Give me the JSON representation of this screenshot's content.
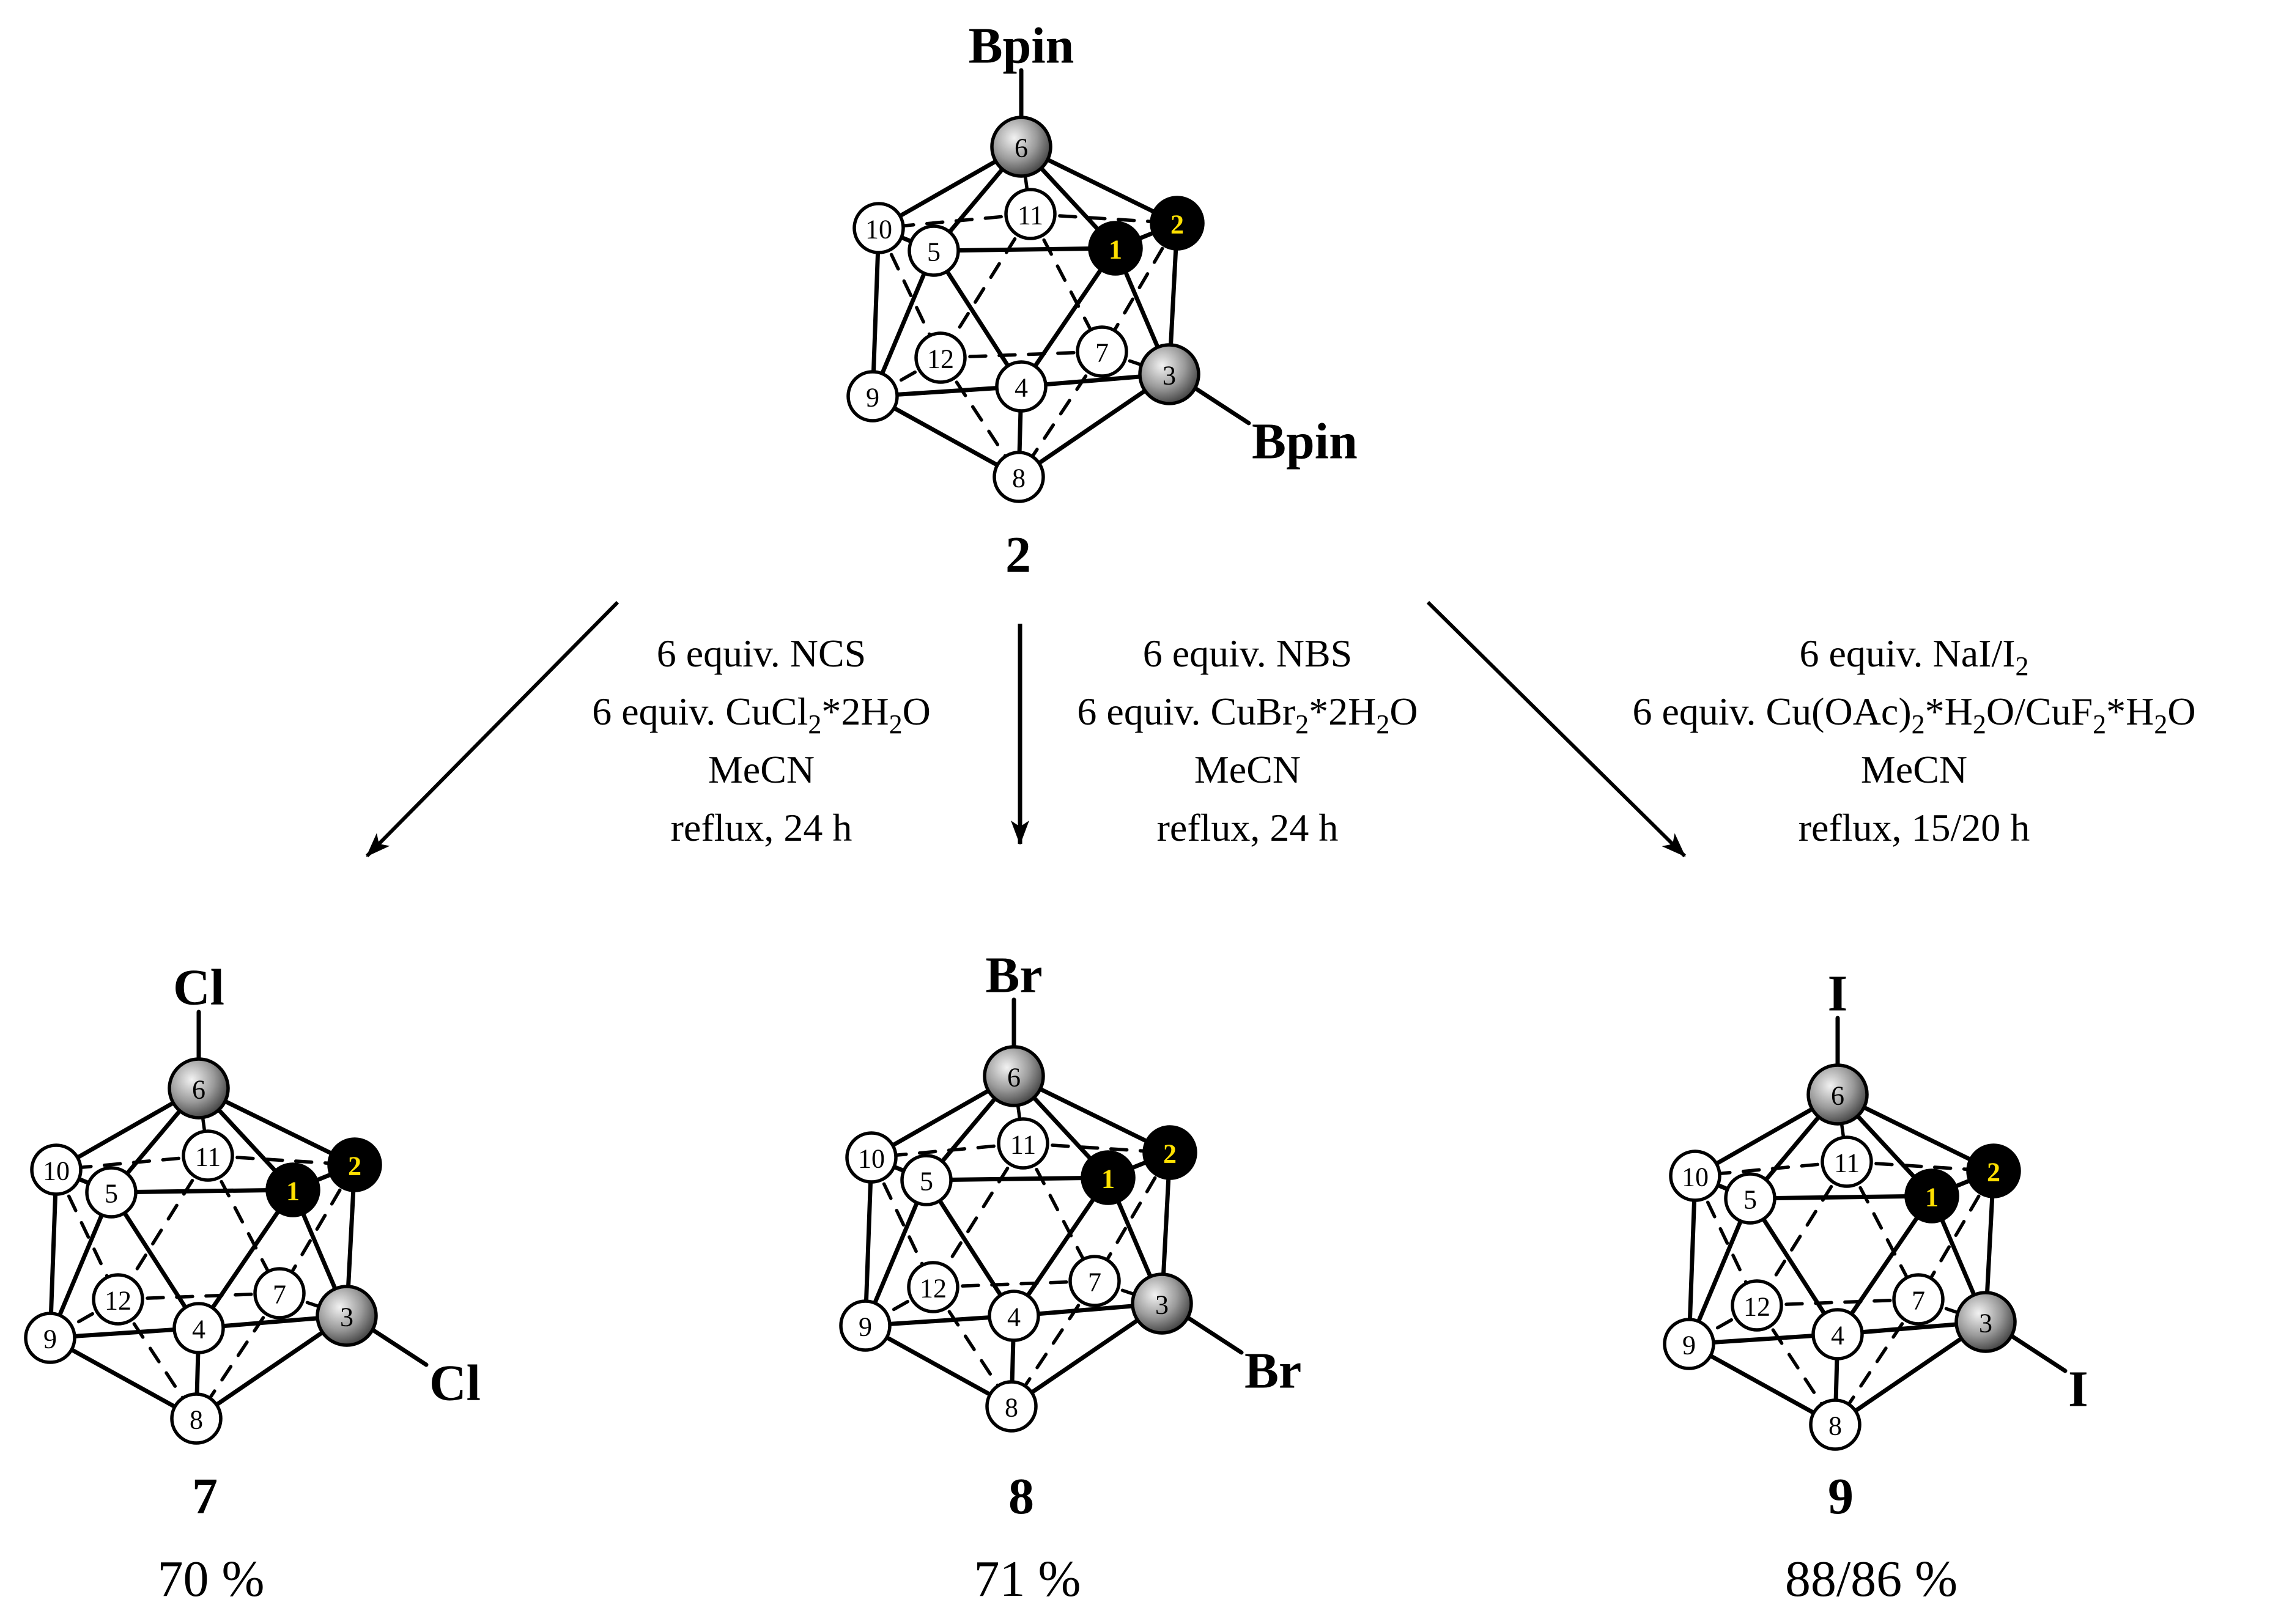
{
  "colors": {
    "carbon_fill": "#000000",
    "carbon_label": "#ffe000",
    "substituted_boron": "#9a9a9a",
    "boron_fill": "#ffffff",
    "stroke": "#000000"
  },
  "atom_labels": [
    "1",
    "2",
    "3",
    "4",
    "5",
    "6",
    "7",
    "8",
    "9",
    "10",
    "11",
    "12"
  ],
  "starting_material": {
    "number": "2",
    "substituent_top": "Bpin",
    "substituent_side": "Bpin"
  },
  "reactions": [
    {
      "conditions": [
        {
          "lines": [
            {
              "t": "6 equiv. NCS"
            }
          ]
        },
        {
          "lines": [
            {
              "t": "6 equiv. CuCl"
            },
            {
              "t": "2",
              "sub": true
            },
            {
              "t": "*2H"
            },
            {
              "t": "2",
              "sub": true
            },
            {
              "t": "O"
            }
          ]
        },
        {
          "lines": [
            {
              "t": "MeCN"
            }
          ]
        },
        {
          "lines": [
            {
              "t": "reflux, 24 h"
            }
          ]
        }
      ],
      "product": {
        "number": "7",
        "yield": "70 %",
        "substituent_top": "Cl",
        "substituent_side": "Cl"
      }
    },
    {
      "conditions": [
        {
          "lines": [
            {
              "t": "6 equiv. NBS"
            }
          ]
        },
        {
          "lines": [
            {
              "t": "6 equiv. CuBr"
            },
            {
              "t": "2",
              "sub": true
            },
            {
              "t": "*2H"
            },
            {
              "t": "2",
              "sub": true
            },
            {
              "t": "O"
            }
          ]
        },
        {
          "lines": [
            {
              "t": "MeCN"
            }
          ]
        },
        {
          "lines": [
            {
              "t": "reflux, 24 h"
            }
          ]
        }
      ],
      "product": {
        "number": "8",
        "yield": "71 %",
        "substituent_top": "Br",
        "substituent_side": "Br"
      }
    },
    {
      "conditions": [
        {
          "lines": [
            {
              "t": "6 equiv. NaI/I"
            },
            {
              "t": "2",
              "sub": true
            }
          ]
        },
        {
          "lines": [
            {
              "t": "6 equiv. Cu(OAc)"
            },
            {
              "t": "2",
              "sub": true
            },
            {
              "t": "*H"
            },
            {
              "t": "2",
              "sub": true
            },
            {
              "t": "O/CuF"
            },
            {
              "t": "2",
              "sub": true
            },
            {
              "t": "*H"
            },
            {
              "t": "2",
              "sub": true
            },
            {
              "t": "O"
            }
          ]
        },
        {
          "lines": [
            {
              "t": "MeCN"
            }
          ]
        },
        {
          "lines": [
            {
              "t": "reflux, 15/20 h"
            }
          ]
        }
      ],
      "product": {
        "number": "9",
        "yield": "88/86 %",
        "substituent_top": "I",
        "substituent_side": "I"
      }
    }
  ]
}
